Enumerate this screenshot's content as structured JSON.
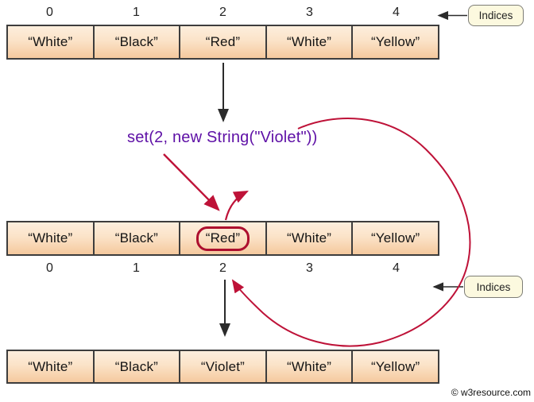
{
  "labels": {
    "indices_top": "Indices",
    "indices_middle": "Indices",
    "method_call": "set(2, new String(\"Violet\"))",
    "watermark": "© w3resource.com"
  },
  "arrays": {
    "top": {
      "indices": [
        "0",
        "1",
        "2",
        "3",
        "4"
      ],
      "cells": [
        "“White”",
        "“Black”",
        "“Red”",
        "“White”",
        "“Yellow”"
      ]
    },
    "middle": {
      "indices": [
        "0",
        "1",
        "2",
        "3",
        "4"
      ],
      "cells": [
        "“White”",
        "“Black”",
        "“Red”",
        "“White”",
        "“Yellow”"
      ],
      "highlight_index": 2
    },
    "bottom": {
      "cells": [
        "“White”",
        "“Black”",
        "“Violet”",
        "“White”",
        "“Yellow”"
      ]
    }
  },
  "colors": {
    "crimson_arrow": "#be1238",
    "purple_code": "#5e10a6",
    "highlight_ring": "#ad0f2e",
    "cell_gradient_top": "#fdeedd",
    "cell_gradient_bottom": "#f5c99e",
    "badge_background": "#fcf9df"
  }
}
